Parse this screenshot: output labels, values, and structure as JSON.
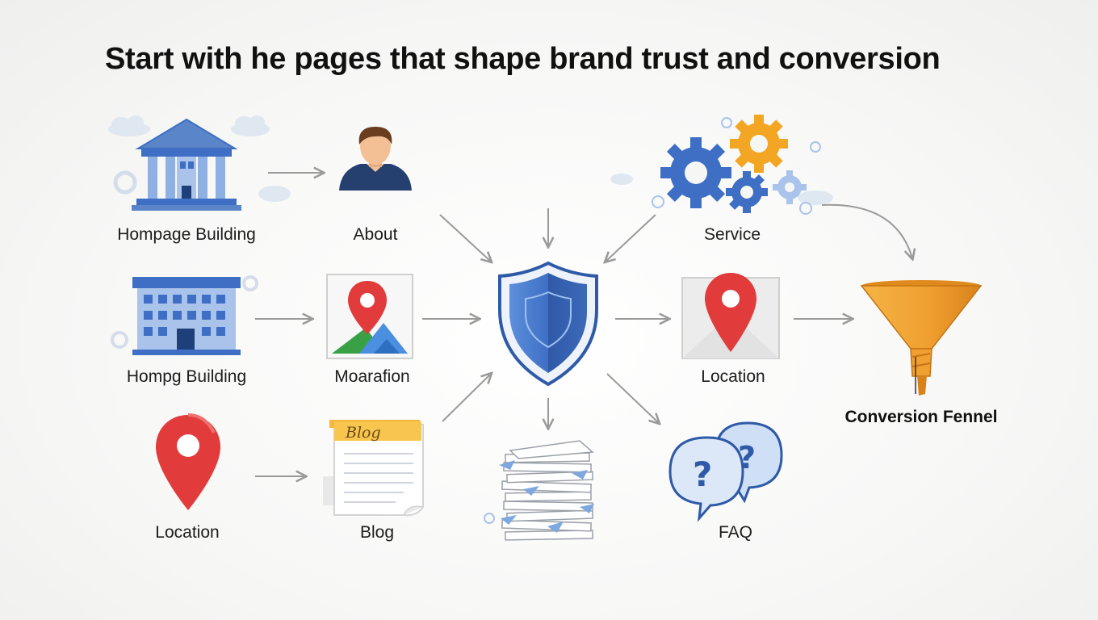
{
  "title": "Start with he pages that shape brand trust and conversion",
  "nodes": {
    "homepage_building_1": "Hompage Building",
    "about": "About",
    "service": "Service",
    "homepage_building_2": "Hompg Building",
    "moarafion": "Moarafion",
    "location_mid": "Location",
    "conversion_funnel": "Conversion Fennel",
    "location_left": "Location",
    "blog": "Blog",
    "faq": "FAQ"
  },
  "icon_text": {
    "blog_tag": "Blog",
    "question_mark": "?"
  },
  "colors": {
    "arrow": "#9a9a9a",
    "blue": "#3e6fc4",
    "light_blue": "#a9c3ea",
    "pin_red": "#e23b3b",
    "gear_orange": "#f2a623",
    "funnel_orange": "#f0a030",
    "skin": "#f3c095",
    "hair": "#6b3d1f",
    "shirt": "#25406e"
  },
  "icons": [
    "bank-building-icon",
    "person-icon",
    "gears-icon",
    "office-building-icon",
    "map-pin-icon",
    "shield-icon",
    "location-pin-icon",
    "funnel-icon",
    "blog-document-icon",
    "paper-stack-icon",
    "question-bubbles-icon"
  ]
}
